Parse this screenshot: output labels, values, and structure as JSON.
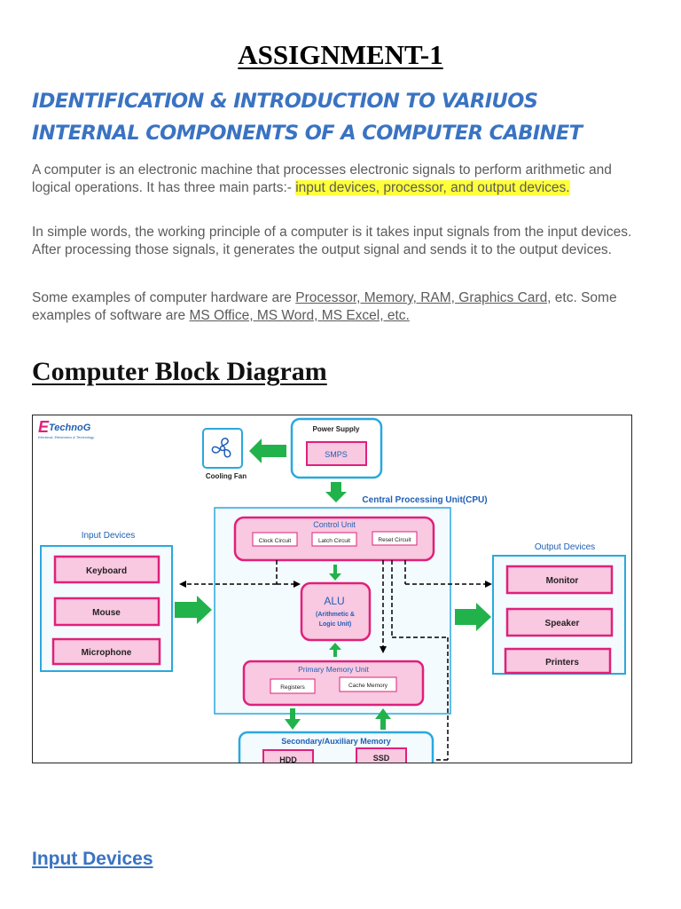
{
  "doc": {
    "title": "ASSIGNMENT-1",
    "subtitle_line1": "IDENTIFICATION & INTRODUCTION TO VARIUOS",
    "subtitle_line2": "INTERNAL COMPONENTS OF A COMPUTER CABINET",
    "p1_text": "A computer is an electronic machine that processes electronic signals to perform arithmetic and logical operations. It has three main parts:- ",
    "p1_highlight": "input devices, processor, and output devices.",
    "p2": "In simple words, the working principle of a computer is it takes input signals from the input devices. After processing those signals, it generates the output signal and sends it to the output devices.",
    "p3_a": "Some examples of computer hardware are ",
    "p3_link1": "Processor, Memory, RAM, Graphics Card,",
    "p3_b": " etc. Some examples of software are ",
    "p3_link2": "MS Office, MS Word, MS Excel, etc.",
    "section_title": "Computer Block Diagram",
    "next_section": "Input Devices"
  },
  "diagram": {
    "logo": "TechnoG",
    "logo_initial": "E",
    "logo_tagline": "Electrical, Electronics & Technology",
    "power_supply": "Power Supply",
    "smps": "SMPS",
    "cooling_fan": "Cooling Fan",
    "cpu": "Central Processing Unit(CPU)",
    "control_unit": "Control Unit",
    "clock": "Clock Circuit",
    "latch": "Latch Circuit",
    "reset": "Reset Circuit",
    "alu": "ALU",
    "alu_sub1": "(Arithmetic &",
    "alu_sub2": "Logic Unit)",
    "primary_memory": "Primary Memory Unit",
    "registers": "Registers",
    "cache": "Cache Memory",
    "secondary_memory": "Secondary/Auxiliary Memory",
    "hdd": "HDD",
    "ssd": "SSD",
    "input_devices": "Input Devices",
    "keyboard": "Keyboard",
    "mouse": "Mouse",
    "microphone": "Microphone",
    "output_devices": "Output Devices",
    "monitor": "Monitor",
    "speaker": "Speaker",
    "printers": "Printers",
    "colors": {
      "pink_border": "#e0207a",
      "pink_fill": "#f9c8e1",
      "blue_border": "#2aa8de",
      "green_arrow": "#22b24c",
      "label_blue": "#1f5fb5"
    }
  }
}
